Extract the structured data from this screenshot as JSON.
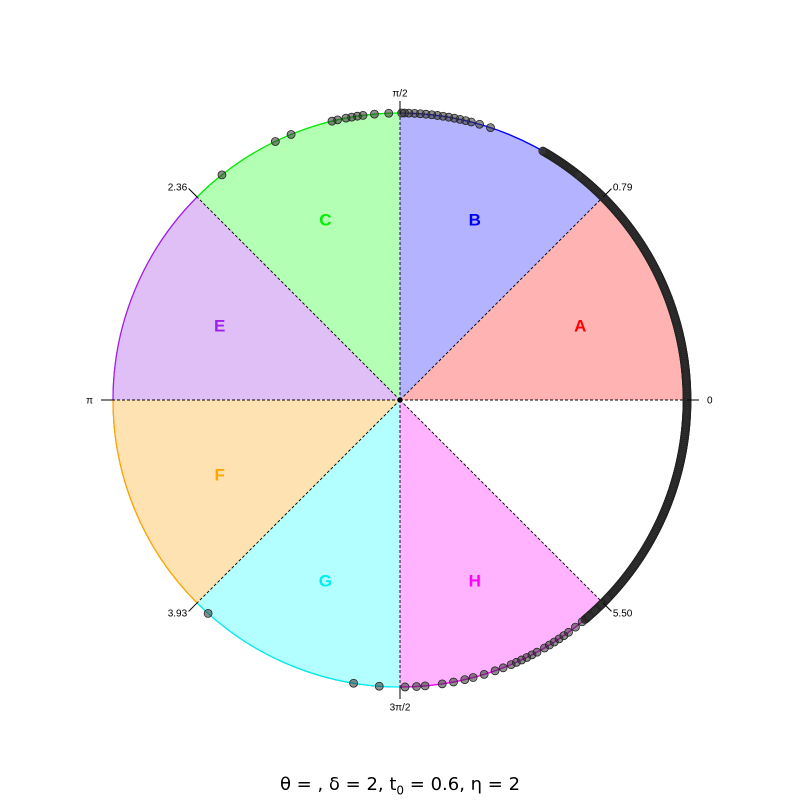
{
  "chart_data": {
    "type": "circular-scatter",
    "caption_parts": {
      "theta": "θ = ",
      "delta": ", δ = 2, t",
      "t_sub": "0",
      "rest": " = 0.6, η = 2"
    },
    "angle_tick_labels": [
      {
        "angle": 0,
        "label": "0"
      },
      {
        "angle": 0.785,
        "label": "0.79"
      },
      {
        "angle": 1.5708,
        "label": "π/2"
      },
      {
        "angle": 2.356,
        "label": "2.36"
      },
      {
        "angle": 3.1416,
        "label": "π"
      },
      {
        "angle": 3.927,
        "label": "3.93"
      },
      {
        "angle": 4.7124,
        "label": "3π/2"
      },
      {
        "angle": 5.498,
        "label": "5.50"
      }
    ],
    "sectors": [
      {
        "label": "A",
        "start": 0,
        "end": 0.785,
        "fill": "#ffb3b3",
        "edge": "#ff0000",
        "text_color": "#ff0000"
      },
      {
        "label": "B",
        "start": 0.785,
        "end": 1.5708,
        "fill": "#b3b3ff",
        "edge": "#0000ff",
        "text_color": "#0000ff"
      },
      {
        "label": "C",
        "start": 1.5708,
        "end": 2.356,
        "fill": "#b3ffb3",
        "edge": "#00ee00",
        "text_color": "#00ee00"
      },
      {
        "label": "E",
        "start": 2.356,
        "end": 3.1416,
        "fill": "#e0bff7",
        "edge": "#a020f0",
        "text_color": "#a020f0"
      },
      {
        "label": "F",
        "start": 3.1416,
        "end": 3.927,
        "fill": "#ffe2b2",
        "edge": "#ffa500",
        "text_color": "#ffa500"
      },
      {
        "label": "G",
        "start": 3.927,
        "end": 4.7124,
        "fill": "#b3ffff",
        "edge": "#00eeee",
        "text_color": "#00eeee"
      },
      {
        "label": "H",
        "start": 4.7124,
        "end": 5.498,
        "fill": "#ffb3ff",
        "edge": "#ff00ff",
        "text_color": "#ff00ff"
      }
    ],
    "points": {
      "color": "#333333",
      "dense_arcs": [
        {
          "start": -0.87,
          "end": 1.05,
          "count": 420
        },
        {
          "start": -0.87,
          "end": 0.9,
          "count": 260
        }
      ],
      "scattered_angles": [
        1.25,
        1.29,
        1.32,
        1.34,
        1.36,
        1.38,
        1.4,
        1.42,
        1.44,
        1.46,
        1.48,
        1.5,
        1.52,
        1.54,
        1.555,
        1.565,
        1.61,
        1.66,
        1.7,
        1.72,
        1.74,
        1.76,
        1.79,
        1.81,
        1.96,
        2.02,
        2.24,
        3.98,
        4.55,
        4.64,
        4.73,
        4.77,
        4.8,
        4.86,
        4.9,
        4.94,
        4.97,
        5.01,
        5.05,
        5.08,
        5.11,
        5.13,
        5.15,
        5.17,
        5.19,
        5.21,
        5.24,
        5.26,
        5.28,
        5.3,
        5.32,
        5.34,
        5.37,
        5.4,
        5.43,
        5.46,
        5.49,
        5.52
      ]
    }
  }
}
